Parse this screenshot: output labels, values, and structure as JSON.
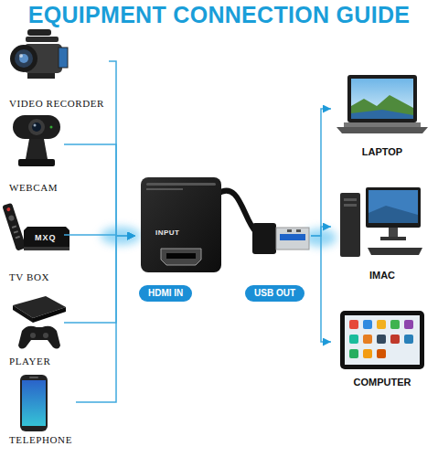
{
  "diagram": {
    "title": "EQUIPMENT CONNECTION GUIDE",
    "nodes": [
      {
        "text": [
          "VIDEO RECORDER"
        ]
      },
      {
        "text": [
          "WEBCAM"
        ]
      },
      {
        "text": [
          "TV BOX"
        ]
      },
      {
        "text": [
          "PLAYER"
        ]
      },
      {
        "text": [
          "TELEPHONE"
        ]
      },
      {
        "text": [
          "INPUT"
        ]
      },
      {
        "text": [
          "HDMI IN"
        ]
      },
      {
        "text": [
          "USB OUT"
        ]
      },
      {
        "text": [
          "LAPTOP"
        ]
      },
      {
        "text": [
          "IMAC"
        ]
      },
      {
        "text": [
          "COMPUTER"
        ]
      }
    ],
    "edges": [
      {
        "from": 0,
        "to": 5,
        "arrow": "to"
      },
      {
        "from": 1,
        "to": 5,
        "arrow": "to"
      },
      {
        "from": 2,
        "to": 5,
        "arrow": "to"
      },
      {
        "from": 3,
        "to": 5,
        "arrow": "to"
      },
      {
        "from": 4,
        "to": 5,
        "arrow": "to"
      },
      {
        "from": 5,
        "to": 8,
        "arrow": "to"
      },
      {
        "from": 5,
        "to": 9,
        "arrow": "to"
      },
      {
        "from": 5,
        "to": 10,
        "arrow": "to"
      }
    ],
    "labels": [
      "MXQ"
    ]
  }
}
